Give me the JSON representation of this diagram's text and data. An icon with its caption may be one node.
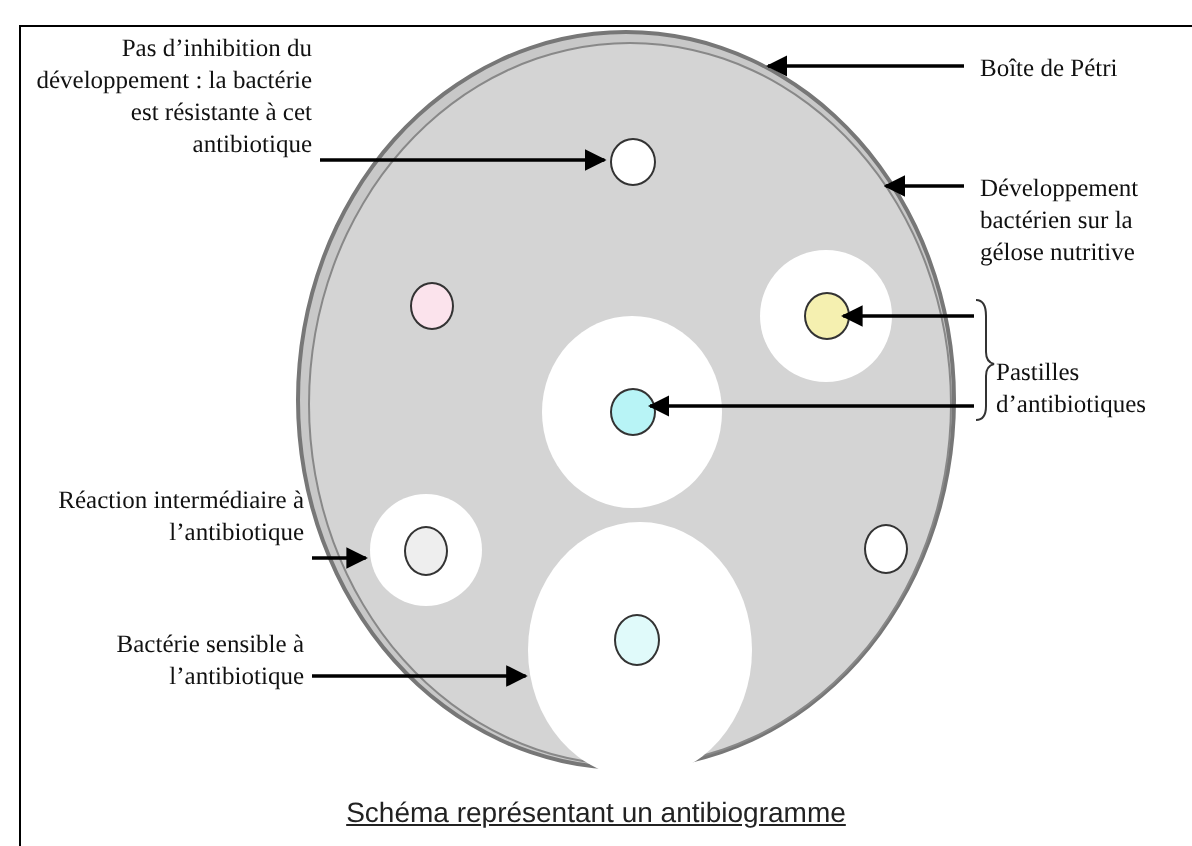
{
  "diagram": {
    "caption": "Schéma représentant un antibiogramme",
    "nodes": [
      {
        "text": [],
        "shape": "circle"
      },
      {
        "text": [],
        "shape": "circle",
        "in": 0
      },
      {
        "text": [
          "Pas d’inhibition du développement : la bactérie est résistante à cet antibiotique"
        ]
      },
      {
        "text": [],
        "shape": "circle",
        "in": 1
      },
      {
        "text": [
          "Boîte de Pétri"
        ]
      },
      {
        "text": [
          "Développement bactérien sur la gélose nutritive"
        ]
      },
      {
        "text": [],
        "shape": "circle",
        "in": 1
      },
      {
        "text": [],
        "shape": "circle",
        "in": 1
      },
      {
        "text": [],
        "shape": "circle",
        "in": 7
      },
      {
        "text": [
          "Pastilles d’antibiotiques"
        ]
      },
      {
        "text": [],
        "shape": "circle",
        "in": 1
      },
      {
        "text": [],
        "shape": "circle",
        "in": 10
      },
      {
        "text": [
          "Réaction intermédiaire à l’antibiotique"
        ]
      },
      {
        "text": [],
        "shape": "circle",
        "in": 1
      },
      {
        "text": [],
        "shape": "circle",
        "in": 13
      },
      {
        "text": [],
        "shape": "circle",
        "in": 1
      },
      {
        "text": [
          "Bactérie sensible à l’antibiotique"
        ]
      },
      {
        "text": [],
        "shape": "circle",
        "in": 1
      },
      {
        "text": [],
        "shape": "circle",
        "in": 17
      }
    ],
    "edges": [
      {
        "from": 2,
        "to": 3,
        "arrow": "to"
      },
      {
        "from": 4,
        "to": 0,
        "arrow": "to"
      },
      {
        "from": 5,
        "to": 1,
        "arrow": "to"
      },
      {
        "from": 9,
        "to": 8,
        "arrow": "to"
      },
      {
        "from": 9,
        "to": 11,
        "arrow": "to"
      },
      {
        "from": 12,
        "to": 13,
        "arrow": "to"
      },
      {
        "from": 16,
        "to": 17,
        "arrow": "to"
      }
    ]
  }
}
